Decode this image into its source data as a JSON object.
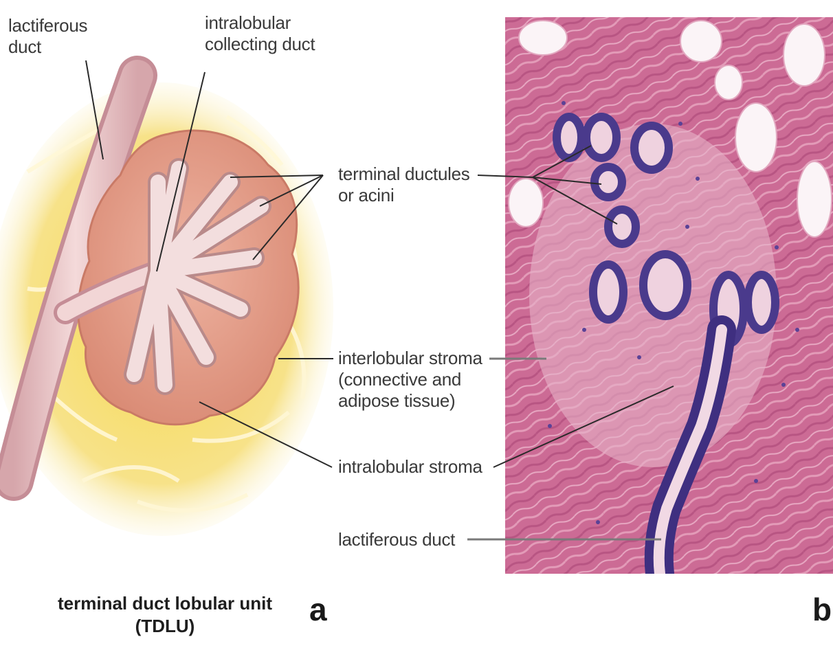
{
  "panel_a": {
    "labels": {
      "lactiferous_duct": [
        "lactiferous",
        "duct"
      ],
      "intralobular_collecting_duct": [
        "intralobular",
        "collecting duct"
      ]
    },
    "caption": [
      "terminal duct lobular unit",
      "(TDLU)"
    ],
    "letter": "a"
  },
  "shared_labels": {
    "terminal_ductules": [
      "terminal ductules",
      "or acini"
    ],
    "interlobular_stroma": [
      "interlobular stroma",
      "(connective and",
      "adipose tissue)"
    ],
    "intralobular_stroma": [
      "intralobular stroma"
    ]
  },
  "panel_b": {
    "labels": {
      "lactiferous_duct": [
        "lactiferous duct"
      ]
    },
    "letter": "b"
  },
  "colors": {
    "fat": "#f4d85a",
    "lobule": "#e29a84",
    "duct": "#f0d2d2",
    "tissue": "#c9638e",
    "nuclei": "#4a3a8c",
    "leader": "#2a2a2a"
  }
}
